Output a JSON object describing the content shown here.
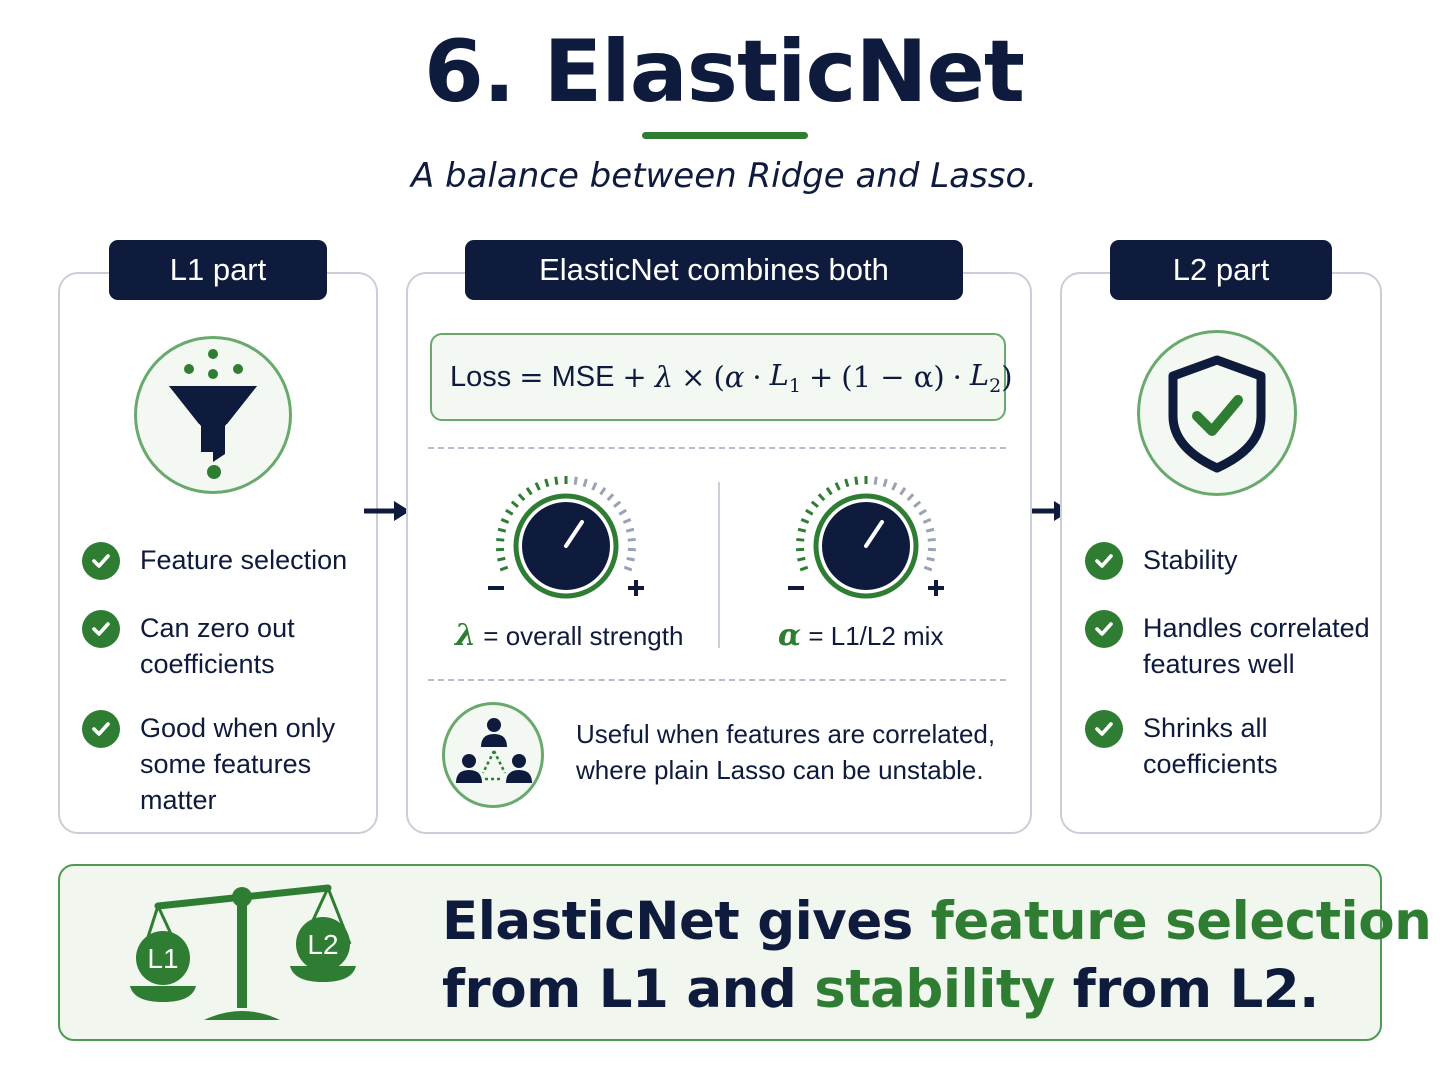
{
  "title": "6. ElasticNet",
  "subtitle": "A balance between Ridge and Lasso.",
  "left_panel": {
    "tag": "L1 part",
    "icon": "funnel-icon",
    "items": [
      "Feature selection",
      "Can zero out coefficients",
      "Good when only some features matter"
    ]
  },
  "middle_panel": {
    "tag": "ElasticNet combines both",
    "formula": {
      "loss": "Loss",
      "eq": "=",
      "mse": "MSE",
      "plus": "+",
      "lambda": "λ",
      "times": "×",
      "open": "(",
      "alpha": "α",
      "dot": "·",
      "l": "L",
      "sub1": "1",
      "one_minus": "(1 − α)",
      "sub2": "2",
      "close": ")"
    },
    "knob_lambda": {
      "symbol": "λ",
      "label": "= overall strength",
      "minus": "−",
      "plus": "+"
    },
    "knob_alpha": {
      "symbol": "α",
      "label": "= L1/L2 mix",
      "minus": "−",
      "plus": "+"
    },
    "note_lines": [
      "Useful when features are correlated,",
      "where plain Lasso can be unstable."
    ],
    "note_icon": "network-people-icon"
  },
  "right_panel": {
    "tag": "L2 part",
    "icon": "shield-check-icon",
    "items": [
      "Stability",
      "Handles correlated features well",
      "Shrinks all coefficients"
    ]
  },
  "bottom": {
    "scale_icon": "balance-scale-icon",
    "scale_left": "L1",
    "scale_right": "L2",
    "line1_a": "ElasticNet gives ",
    "line1_b": "feature selection",
    "line2_a": "from L1 and ",
    "line2_b": "stability",
    "line2_c": " from L2."
  },
  "colors": {
    "navy": "#0f1b3d",
    "green": "#2e7d32",
    "light_green": "#f3f8f2"
  }
}
